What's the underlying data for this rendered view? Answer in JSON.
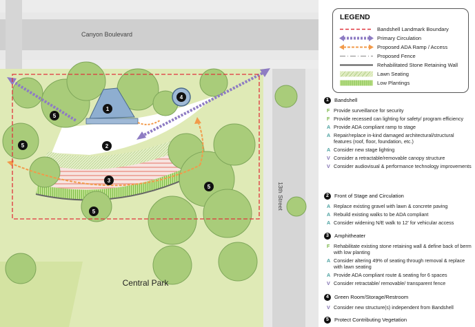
{
  "map": {
    "street_top": "Canyon Boulevard",
    "street_right": "13th Street",
    "park_label": "Central Park",
    "markers": [
      "1",
      "2",
      "3",
      "4",
      "5",
      "5",
      "5",
      "5"
    ]
  },
  "legend": {
    "title": "LEGEND",
    "items": [
      {
        "label": "Bandshell Landmark Boundary",
        "symbol": "dashed-red-line"
      },
      {
        "label": "Primary Circulation",
        "symbol": "purple-dotted-arrow"
      },
      {
        "label": "Proposed ADA Ramp / Access",
        "symbol": "orange-dashed-arrow"
      },
      {
        "label": "Proposed Fence",
        "symbol": "gray-dash-line"
      },
      {
        "label": "Rehabilitated Stone Retaining Wall",
        "symbol": "gray-solid-line"
      },
      {
        "label": "Lawn Seating",
        "symbol": "lawn-hatch"
      },
      {
        "label": "Low Plantings",
        "symbol": "green-hatch"
      }
    ]
  },
  "colors": {
    "F": "#7ab648",
    "A": "#4aa0a0",
    "V": "#7f6fb0",
    "boundary": "#e0323c",
    "circulation": "#8e7cc3",
    "ada": "#f29a4a"
  },
  "sections": [
    {
      "num": "1",
      "title": "Bandshell",
      "items": [
        {
          "code": "F",
          "text": "Provide surveillance for security"
        },
        {
          "code": "F",
          "text": "Provide recessed can lighting for safety/ program efficiency"
        },
        {
          "code": "A",
          "text": "Provide ADA compliant ramp to stage"
        },
        {
          "code": "A",
          "text": "Repair/replace in-kind damaged architectural/structural features (roof, floor, foundation, etc.)"
        },
        {
          "code": "A",
          "text": "Consider new stage lighting"
        },
        {
          "code": "V",
          "text": "Consider a retractable/removable canopy structure"
        },
        {
          "code": "V",
          "text": "Consider audiovisual & performance technology improvements"
        }
      ]
    },
    {
      "num": "2",
      "title": "Front of Stage and Circulation",
      "items": [
        {
          "code": "A",
          "text": "Replace existing gravel with lawn & concrete paving"
        },
        {
          "code": "A",
          "text": "Rebuild existing walks to be ADA compliant"
        },
        {
          "code": "A",
          "text": "Consider widening N/E walk to 12' for vehicular access"
        }
      ]
    },
    {
      "num": "3",
      "title": "Amphitheater",
      "items": [
        {
          "code": "F",
          "text": "Rehabilitate existing stone retaining wall & define back of berm with low planting"
        },
        {
          "code": "A",
          "text": "Consider altering 49% of seating through removal & replace with lawn seating"
        },
        {
          "code": "A",
          "text": "Provide ADA compliant route & seating for 6 spaces"
        },
        {
          "code": "V",
          "text": "Consider retractable/ removable/ transparent fence"
        }
      ]
    },
    {
      "num": "4",
      "title": "Green Room/Storage/Restroom",
      "items": [
        {
          "code": "V",
          "text": "Consider new structure(s) independent from Bandshell"
        }
      ]
    },
    {
      "num": "5",
      "title": "Protect Contributing Vegetation",
      "items": []
    }
  ]
}
